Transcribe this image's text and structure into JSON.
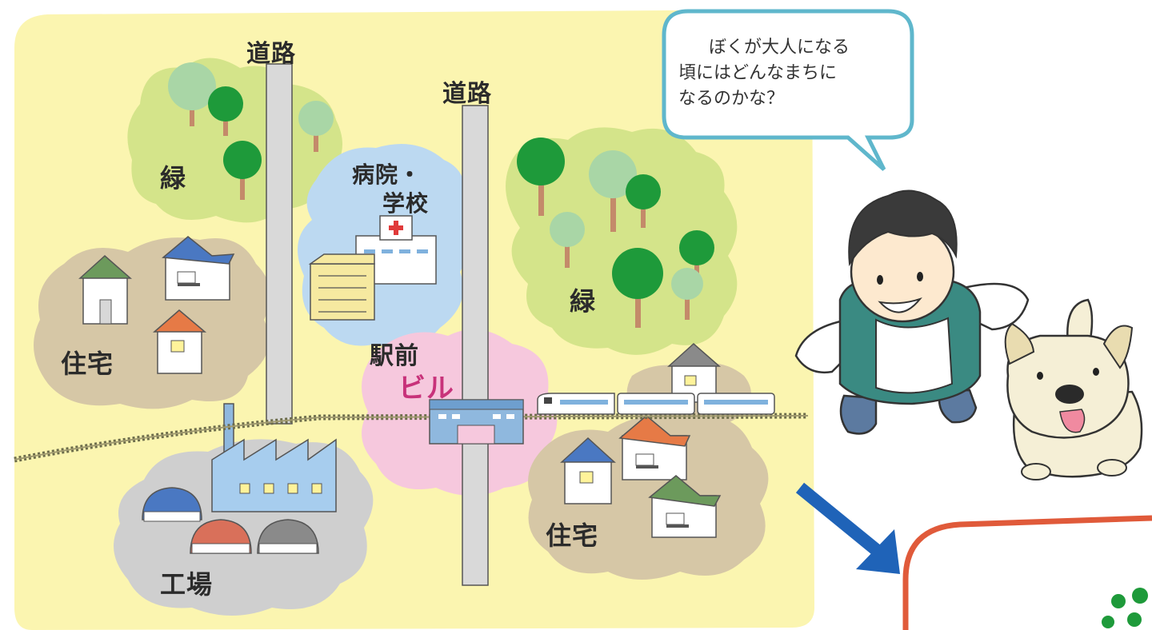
{
  "labels": {
    "road_left": "道路",
    "road_right": "道路",
    "green_left": "緑",
    "green_right": "緑",
    "hospital_line1": "病院・",
    "hospital_line2": "学校",
    "housing_left": "住宅",
    "housing_right": "住宅",
    "station_line1": "駅前",
    "station_line2": "ビル",
    "factory": "工場"
  },
  "speech_bubble": {
    "line1": "ぼくが大人になる",
    "line2": "頃にはどんなまちに",
    "line3": "なるのかな？"
  },
  "colors": {
    "map_background": "#fbf5b0",
    "green_zone": "#d4e48a",
    "housing_zone": "#d6c7a6",
    "institution_zone": "#bcd9f1",
    "station_zone": "#f6c8dd",
    "industrial_zone": "#cfcfcf",
    "road": "#d9d9d9",
    "arrow": "#1f63b8",
    "future_frame": "#e05a3a"
  }
}
